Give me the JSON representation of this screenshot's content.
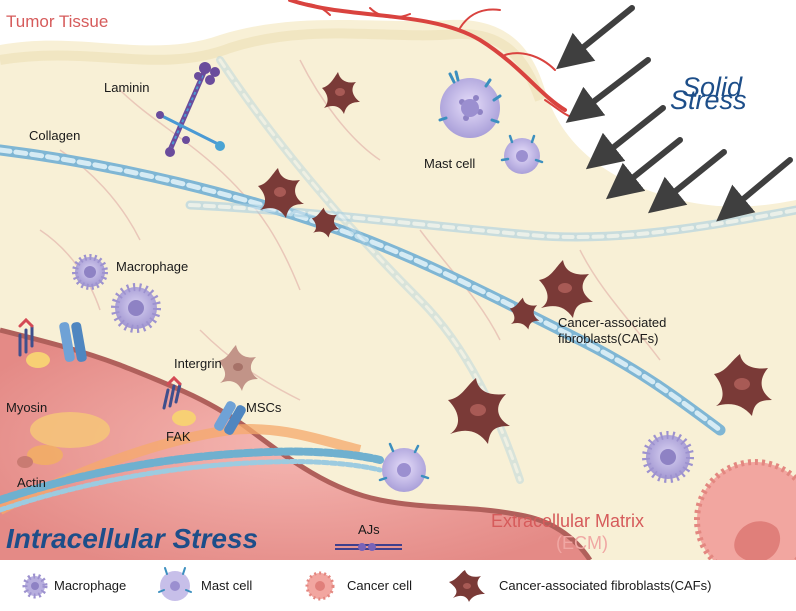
{
  "tissue": {
    "title": "Tumor Tissue",
    "solid_stress_line1": "Solid",
    "solid_stress_line2": "Stress",
    "intracellular_stress": "Intracellular Stress",
    "ecm_line1": "Extracellular Matrix",
    "ecm_line2": "(ECM)"
  },
  "labels": {
    "laminin": "Laminin",
    "collagen": "Collagen",
    "mast_cell": "Mast cell",
    "macrophage": "Macrophage",
    "cafs_line1": "Cancer-associated",
    "cafs_line2": "fibroblasts(CAFs)",
    "intergrin": "Intergrin",
    "mscs": "MSCs",
    "myosin": "Myosin",
    "fak": "FAK",
    "actin": "Actin",
    "ajs": "AJs"
  },
  "legend": {
    "macrophage": "Macrophage",
    "mast_cell": "Mast cell",
    "cancer_cell": "Cancer cell",
    "cafs": "Cancer-associated fibroblasts(CAFs)"
  },
  "colors": {
    "tissue_bg": "#f8f0d6",
    "cancer_cell": "#f2aaa5",
    "caf": "#7a3a37",
    "macrophage": "#b7aede",
    "collagen": "#9ccbe0",
    "title_red": "#d65b5b",
    "stress_blue": "#1d4e89"
  }
}
